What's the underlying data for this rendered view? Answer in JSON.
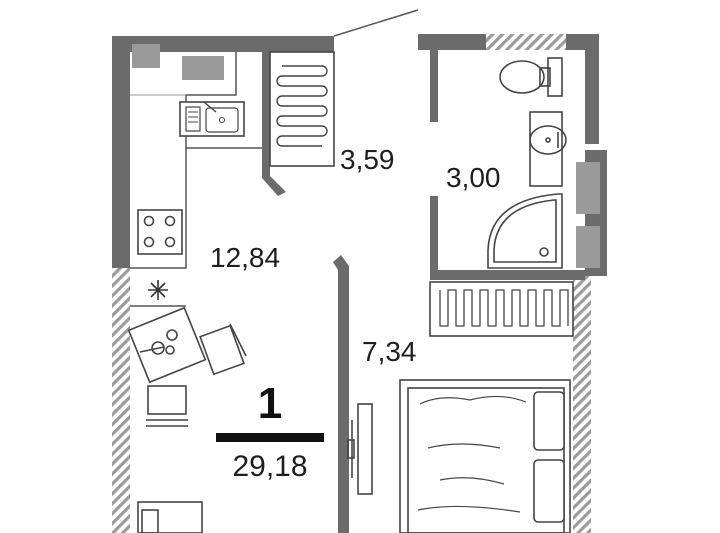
{
  "plan": {
    "rooms_count": "1",
    "total_area": "29,18",
    "rooms": [
      {
        "id": "kitchen",
        "area": "12,84"
      },
      {
        "id": "hallway",
        "area": "3,59"
      },
      {
        "id": "bathroom",
        "area": "3,00"
      },
      {
        "id": "living",
        "area": "7,34"
      }
    ]
  },
  "colors": {
    "wall": "#6b6b6b",
    "wall_light": "#8c8c8c",
    "window": "#9a9a9a",
    "line": "#3a3a3a",
    "text": "#1e1e1e"
  }
}
